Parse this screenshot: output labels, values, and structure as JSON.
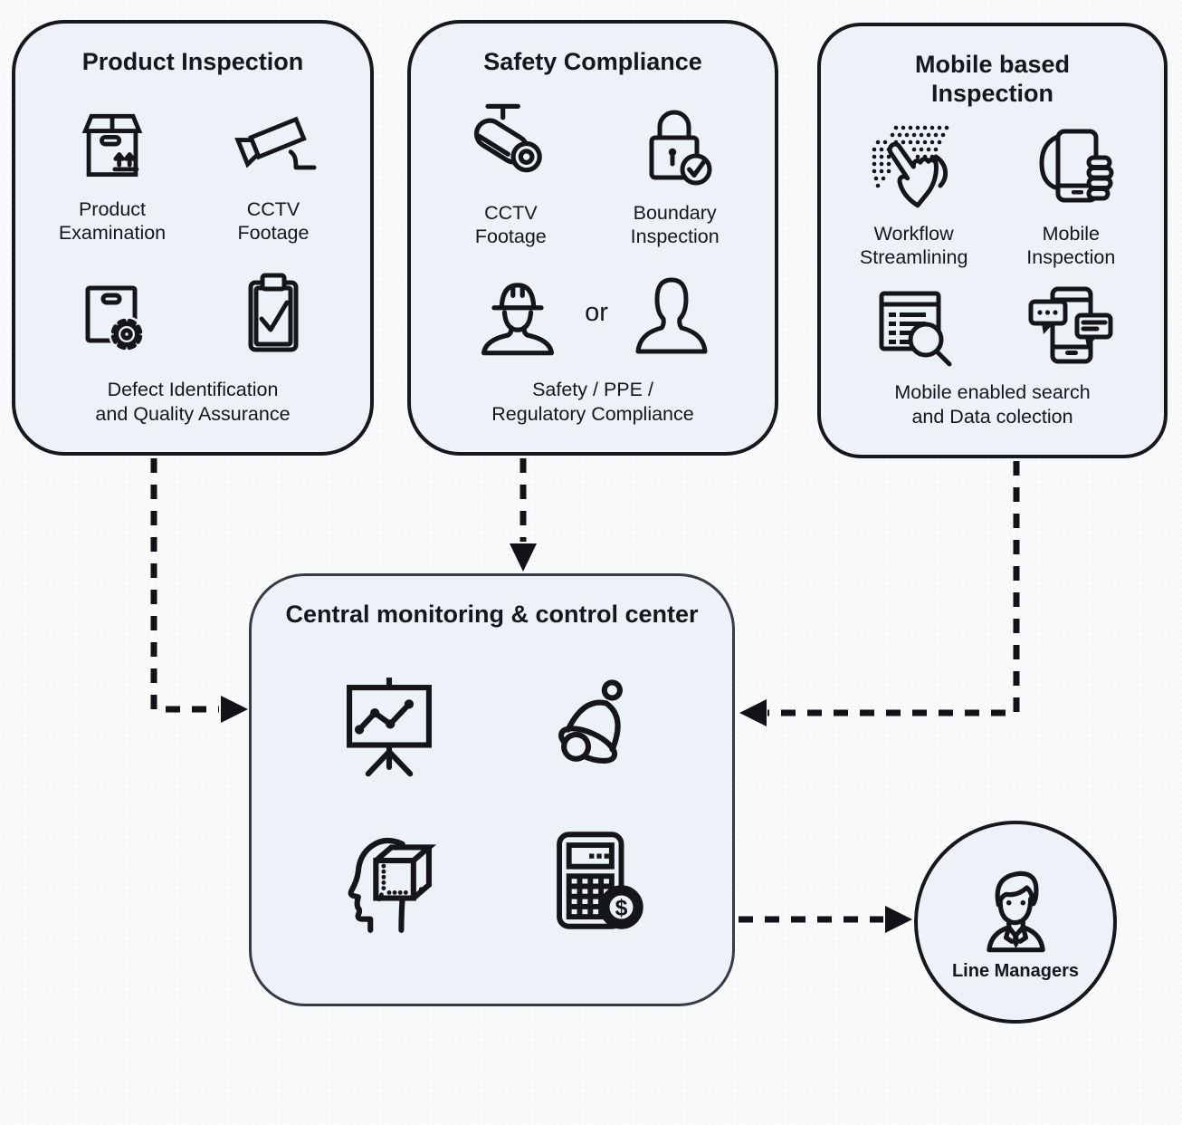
{
  "diagram": {
    "background": "#f9fafb",
    "panel_fill": "#edf1f8",
    "panel_border": "#16181d",
    "line_color": "#15161a"
  },
  "boxes": {
    "product": {
      "title": "Product Inspection",
      "items": [
        {
          "icon": "shipping-box",
          "label": "Product\nExamination"
        },
        {
          "icon": "cctv-camera",
          "label": "CCTV\nFootage"
        },
        {
          "icon": "bag-gear",
          "label": ""
        },
        {
          "icon": "clipboard-check",
          "label": ""
        }
      ],
      "footer": "Defect Identification\nand Quality Assurance"
    },
    "safety": {
      "title": "Safety Compliance",
      "items": [
        {
          "icon": "bullet-camera",
          "label": "CCTV\nFootage"
        },
        {
          "icon": "lock-check",
          "label": "Boundary\nInspection"
        },
        {
          "icon": "worker-bust",
          "label": ""
        },
        {
          "icon": "person-bust",
          "label": ""
        }
      ],
      "or_label": "or",
      "footer": "Safety / PPE /\nRegulatory Compliance"
    },
    "mobile": {
      "title": "Mobile based\nInspection",
      "items": [
        {
          "icon": "tap-hand",
          "label": "Workflow\nStreamlining"
        },
        {
          "icon": "hand-phone",
          "label": "Mobile\nInspection"
        },
        {
          "icon": "doc-search",
          "label": ""
        },
        {
          "icon": "phone-chat",
          "label": ""
        }
      ],
      "footer": "Mobile enabled search\nand Data colection"
    },
    "central": {
      "title": "Central monitoring & control center",
      "items": [
        {
          "icon": "chart-easel"
        },
        {
          "icon": "alarm-bell"
        },
        {
          "icon": "head-cube"
        },
        {
          "icon": "calculator-dollar"
        }
      ],
      "calc_symbol": "$"
    },
    "managers": {
      "icon": "manager-avatar",
      "label": "Line Managers"
    }
  },
  "edges": [
    {
      "from": "product-inspection",
      "to": "central-monitoring",
      "style": "dashed-arrow"
    },
    {
      "from": "safety-compliance",
      "to": "central-monitoring",
      "style": "dashed-arrow"
    },
    {
      "from": "mobile-based-inspection",
      "to": "central-monitoring",
      "style": "dashed-arrow"
    },
    {
      "from": "central-monitoring",
      "to": "line-managers",
      "style": "dashed-arrow"
    }
  ]
}
